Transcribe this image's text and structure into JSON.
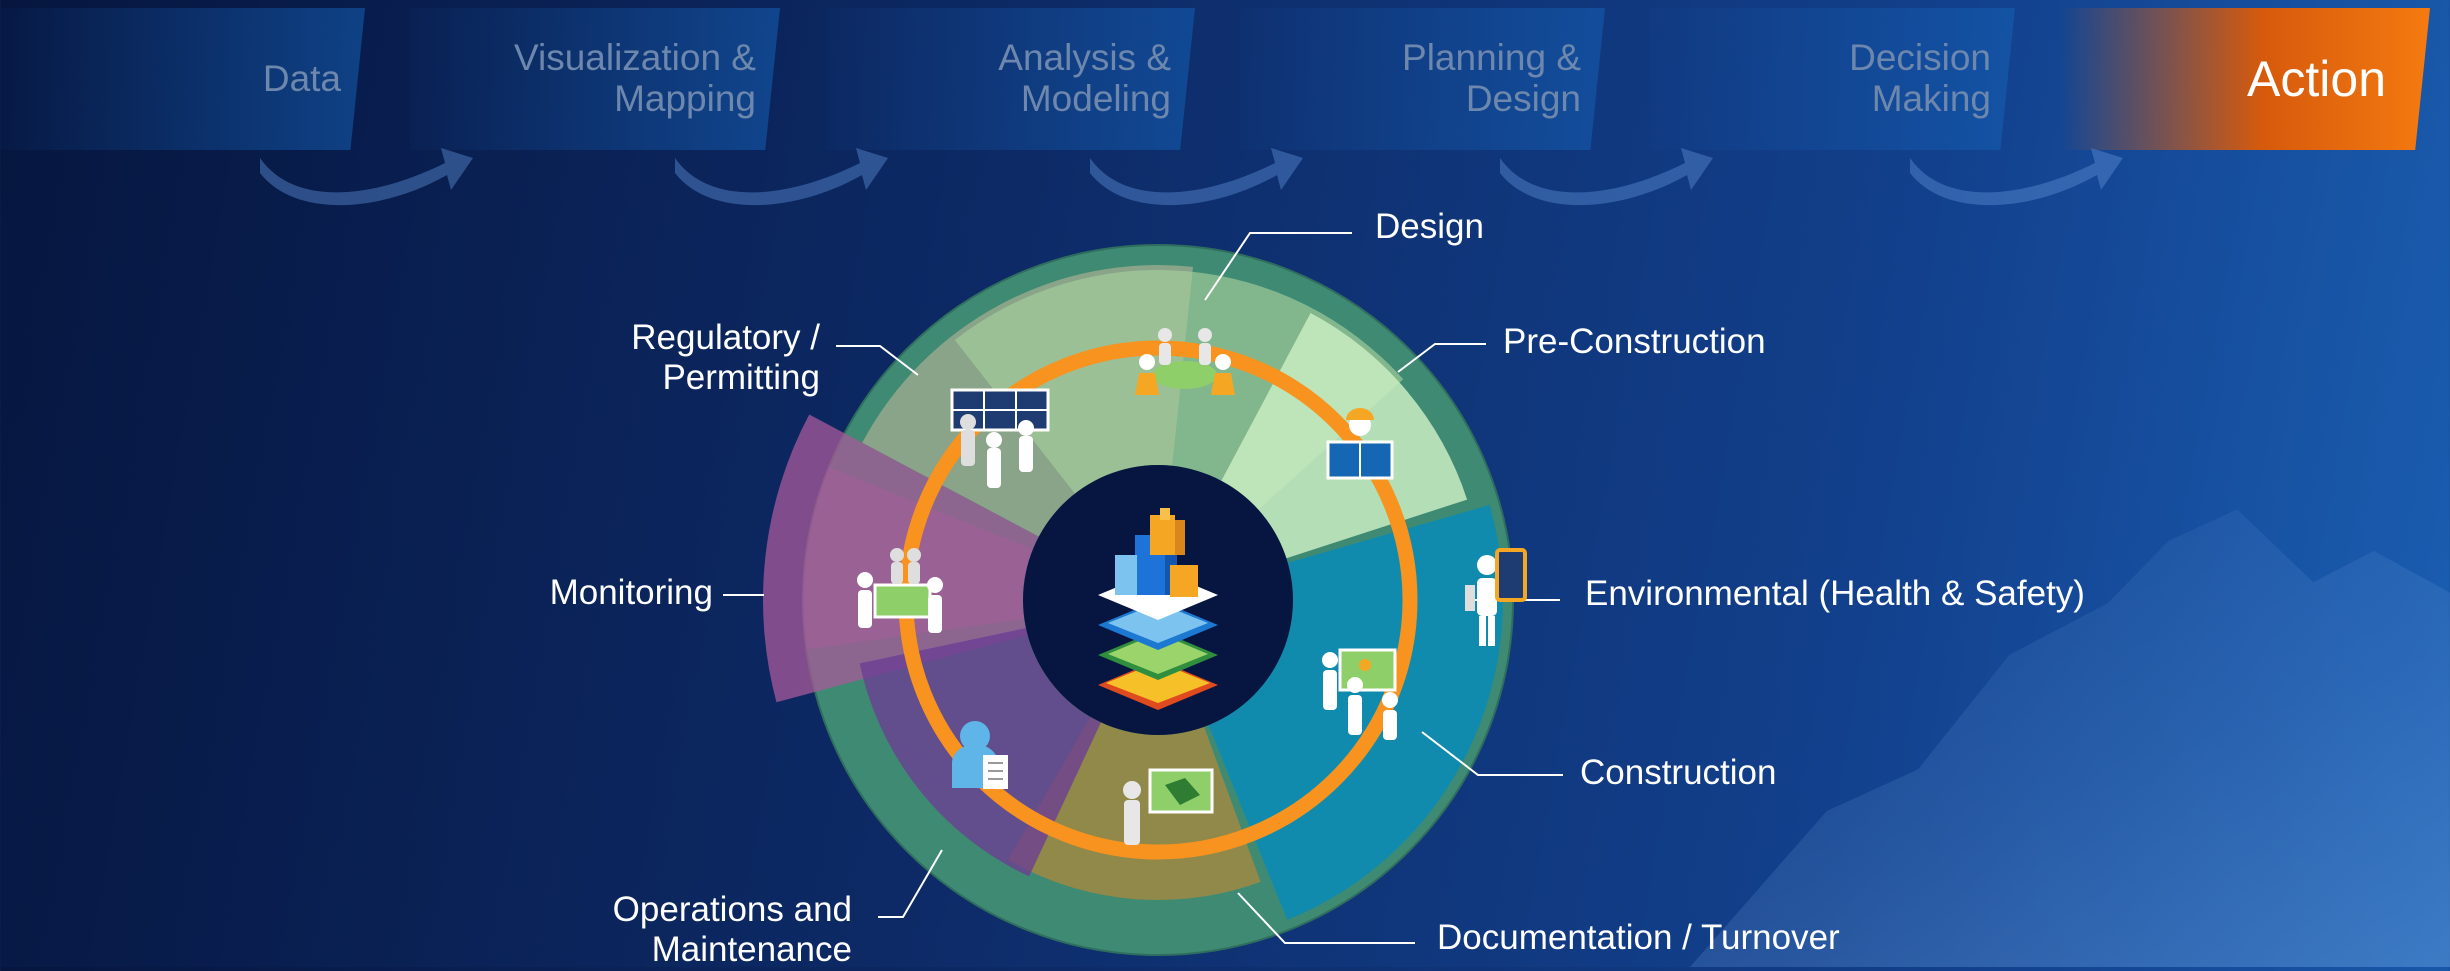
{
  "process_steps": [
    {
      "label": "Data",
      "active": false
    },
    {
      "label": "Visualization &\nMapping",
      "active": false
    },
    {
      "label": "Analysis &\nModeling",
      "active": false
    },
    {
      "label": "Planning &\nDesign",
      "active": false
    },
    {
      "label": "Decision\nMaking",
      "active": false
    },
    {
      "label": "Action",
      "active": true
    }
  ],
  "cycle_phases": [
    {
      "key": "design",
      "label": "Design",
      "color": "#a6cf9d"
    },
    {
      "key": "pre_construction",
      "label": "Pre-Construction",
      "color": "#c9ecc2"
    },
    {
      "key": "environmental",
      "label": "Environmental (Health & Safety)",
      "color": "#f5a623"
    },
    {
      "key": "construction",
      "label": "Construction",
      "color": "#0f8bb0"
    },
    {
      "key": "documentation",
      "label": "Documentation / Turnover",
      "color": "#c7882d"
    },
    {
      "key": "operations",
      "label": "Operations and\nMaintenance",
      "color": "#6c3f94"
    },
    {
      "key": "monitoring",
      "label": "Monitoring",
      "color": "#a85a9a"
    },
    {
      "key": "regulatory",
      "label": "Regulatory /\nPermitting",
      "color": "#c7b99a"
    }
  ],
  "colors": {
    "ring_outer": "#3f8a73",
    "ring_orange": "#f7931e",
    "center_circle": "#071640",
    "active_step": "#f47a10"
  },
  "icons": [
    "people-at-table-icon",
    "worker-with-blueprint-icon",
    "person-with-tablet-icon",
    "people-presenting-map-icon",
    "person-at-map-screen-icon",
    "person-with-clipboard-icon",
    "people-around-map-icon",
    "people-at-dashboard-icon",
    "layered-city-map-icon"
  ]
}
